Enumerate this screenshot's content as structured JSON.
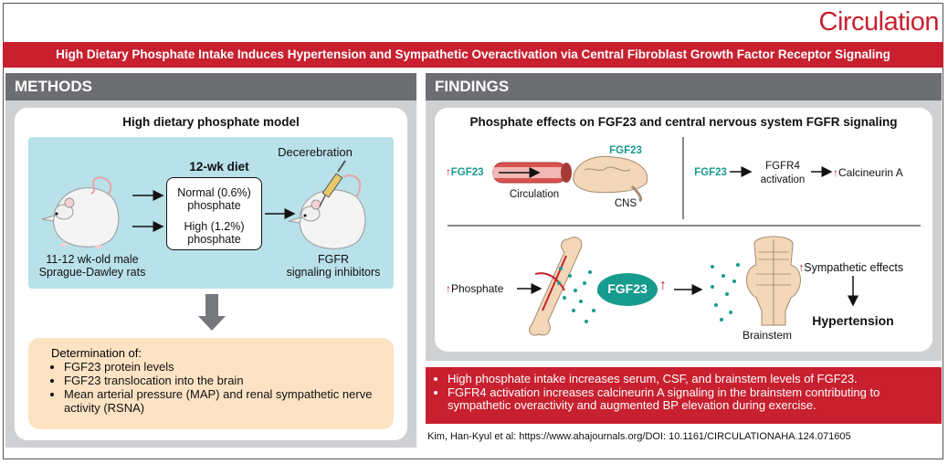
{
  "journal": "Circulation",
  "title": "High Dietary Phosphate Intake Induces Hypertension and Sympathetic Overactivation via Central Fibroblast Growth Factor Receptor Signaling",
  "methods": {
    "header": "METHODS",
    "model_title": "High dietary phosphate model",
    "diet_title": "12-wk diet",
    "decerebration": "Decerebration",
    "normal_diet_line1": "Normal (0.6%)",
    "normal_diet_line2": "phosphate",
    "high_diet_line1": "High (1.2%)",
    "high_diet_line2": "phosphate",
    "rats_line1": "11-12 wk-old male",
    "rats_line2": "Sprague-Dawley rats",
    "inhib_line1": "FGFR",
    "inhib_line2": "signaling inhibitors",
    "determination_title": "Determination of:",
    "determination_items": [
      "FGF23 protein levels",
      "FGF23 translocation into the brain",
      "Mean arterial pressure (MAP) and renal sympathetic nerve activity (RSNA)"
    ]
  },
  "findings": {
    "header": "FINDINGS",
    "card_title": "Phosphate effects on FGF23 and central nervous system FGFR signaling",
    "fgf23_label": "FGF23",
    "fgf23_top_label": "FGF23",
    "circulation_label": "Circulation",
    "cns_label": "CNS",
    "fgf23_right_label": "FGF23",
    "fgfr4_line1": "FGFR4",
    "fgfr4_line2": "activation",
    "calcineurin_label": "Calcineurin A",
    "phosphate_label": "Phosphate",
    "fgf23_oval_label": "FGF23",
    "brainstem_label": "Brainstem",
    "sympathetic_label": "Sympathetic effects",
    "hypertension_label": "Hypertension",
    "up_arrow": "↑",
    "bullets": [
      "High phosphate intake increases serum, CSF, and brainstem levels of FGF23.",
      "FGFR4 activation increases calcineurin A signaling in the brainstem contributing to sympathetic overactivity and augmented BP elevation during exercise."
    ]
  },
  "citation": "Kim, Han-Kyul et al: https://www.ahajournals.org/DOI: 10.1161/CIRCULATIONAHA.124.071605",
  "colors": {
    "brand_red": "#c8202f",
    "header_gray": "#6d6e71",
    "panel_gray": "#cfd0d2",
    "teal": "#179b8e",
    "light_blue": "#b9e1ea",
    "peach": "#fde3c4"
  }
}
